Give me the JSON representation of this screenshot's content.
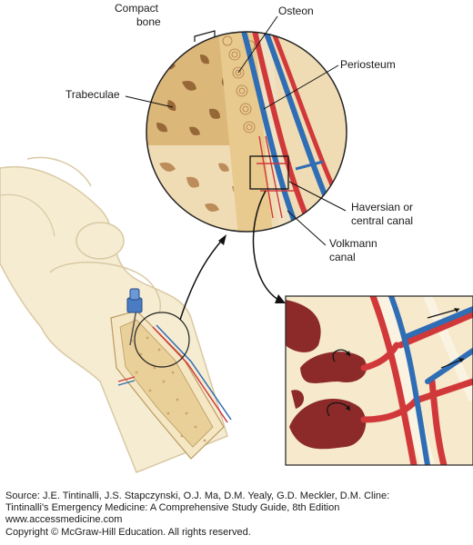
{
  "labels": {
    "compact_bone_line1": "Compact",
    "compact_bone_line2": "bone",
    "osteon": "Osteon",
    "periosteum": "Periosteum",
    "trabeculae": "Trabeculae",
    "haversian_line1": "Haversian or",
    "haversian_line2": "central canal",
    "volkmann_line1": "Volkmann",
    "volkmann_line2": "canal"
  },
  "credits": {
    "source_line1": "Source: J.E. Tintinalli, J.S. Stapczynski, O.J. Ma, D.M. Yealy, G.D. Meckler, D.M. Cline:",
    "source_line2": "Tintinalli's Emergency Medicine: A Comprehensive Study Guide, 8th Edition",
    "website": "www.accessmedicine.com",
    "copyright": "Copyright © McGraw-Hill Education.  All rights reserved."
  },
  "colors": {
    "bone_cancellous": "#f3dfb9",
    "bone_pores": "#8a5a2c",
    "compact_bone": "#e8c98e",
    "artery": "#d1383a",
    "vein": "#2f6db5",
    "marrow_dark": "#8c2a2a",
    "skin": "#f6ecd2"
  }
}
